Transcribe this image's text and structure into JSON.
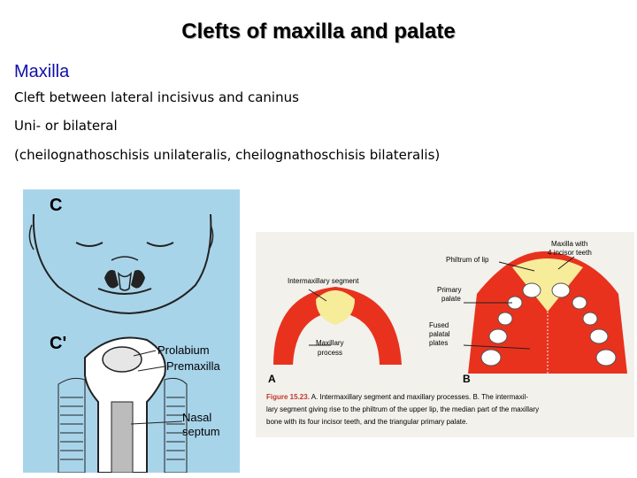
{
  "slide": {
    "title": "Clefts of maxilla and palate",
    "heading": "Maxilla",
    "lines": [
      "Cleft between lateral incisivus and caninus",
      "Uni- or bilateral",
      "(cheilognathoschisis unilateralis, cheilognathoschisis bilateralis)"
    ]
  },
  "figure_left": {
    "panel_c": "C",
    "panel_c_prime": "C'",
    "labels": {
      "prolabium": "Prolabium",
      "premaxilla": "Premaxilla",
      "nasal": "Nasal",
      "septum": "septum"
    },
    "colors": {
      "background": "#a8d4ea"
    }
  },
  "figure_right": {
    "labels": {
      "intermaxillary": "Intermaxillary segment",
      "maxillary": "Maxillary",
      "process": "process",
      "philtrum": "Philtrum of lip",
      "maxilla_with": "Maxilla with",
      "incisor_teeth": "4 incisor teeth",
      "primary": "Primary",
      "palate": "palate",
      "fused": "Fused",
      "palatal": "palatal",
      "plates": "plates",
      "panel_a": "A",
      "panel_b": "B"
    },
    "caption": {
      "label": "Figure 15.23.",
      "line1": " A. Intermaxillary segment and maxillary processes. B. The intermaxil-",
      "line2": "lary segment giving rise to the philtrum of the upper lip, the median part of the maxillary",
      "line3": "bone with its four incisor teeth, and the triangular primary palate."
    },
    "colors": {
      "red": "#e8321e",
      "yellow": "#f7ec9a",
      "background": "#f2f1ec"
    }
  }
}
